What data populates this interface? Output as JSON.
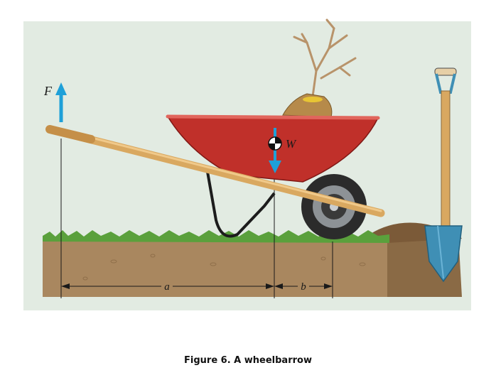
{
  "labels": {
    "force": "F",
    "weight": "W",
    "dist_a": "a",
    "dist_b": "b"
  },
  "caption": "Figure 6. A wheelbarrow",
  "colors": {
    "background": "#e2ebe2",
    "ground": "#a9875f",
    "grass": "#5aa03c",
    "tray": "#c0302a",
    "handle": "#d9a860",
    "wheel": "#2b2b2b",
    "arrow": "#1fa0d8",
    "shovel_blade": "#3f8fb5"
  },
  "icons": {
    "force_arrow": "up-arrow-icon",
    "weight_arrow": "down-arrow-icon",
    "center_of_gravity": "center-of-gravity-icon"
  }
}
